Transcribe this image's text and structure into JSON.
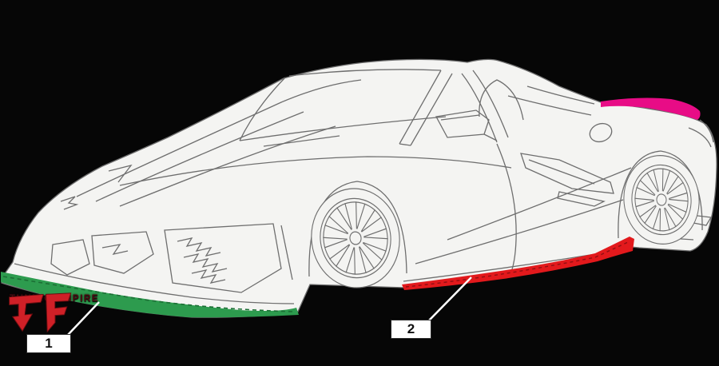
{
  "callouts": {
    "one": "1",
    "two": "2"
  },
  "logo": {
    "name": "TUNING EMPIRE"
  },
  "highlights": {
    "front_splitter": "green",
    "side_skirt": "red",
    "rear_spoiler": "magenta"
  },
  "colors": {
    "background": "#060606",
    "body-fill": "#f4f4f2",
    "line": "#6e6e6e",
    "line-light": "#868686",
    "splitter-green": "#2d9b4e",
    "splitter-green-dark": "#1c6f35",
    "skirt-red": "#e2191c",
    "skirt-red-dark": "#8f0f12",
    "spoiler-pink": "#e80c86",
    "spoiler-pink-dark": "#a9085f",
    "logo-red": "#cf2027",
    "logo-red-dark": "#6b0d10",
    "logo-text": "#4a0d12",
    "label-bg": "#ffffff",
    "label-text": "#111111",
    "leader-line": "#ffffff"
  }
}
